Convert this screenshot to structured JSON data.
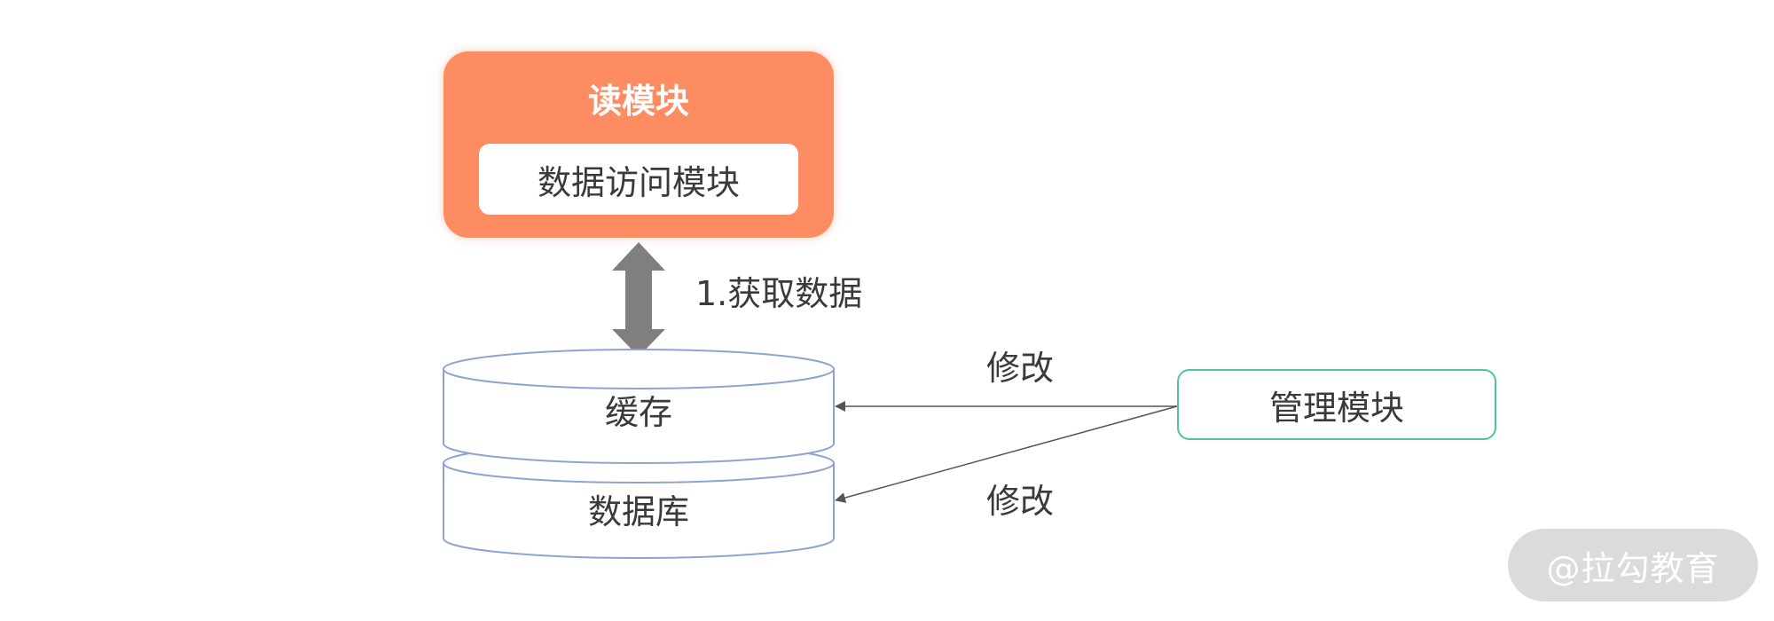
{
  "read_module": {
    "title": "读模块",
    "inner_box": "数据访问模块"
  },
  "arrow_label": "1.获取数据",
  "storage": {
    "cache": "缓存",
    "database": "数据库"
  },
  "management_module": {
    "label": "管理模块"
  },
  "edges": {
    "modify_cache": "修改",
    "modify_database": "修改"
  },
  "watermark": "@拉勾教育",
  "colors": {
    "read_module_fill": "#fe8c62",
    "management_border": "#4cc79a",
    "cylinder_border": "#8fa3d3",
    "arrow_fill": "#7f7f7f",
    "text": "#3a3a3a"
  }
}
